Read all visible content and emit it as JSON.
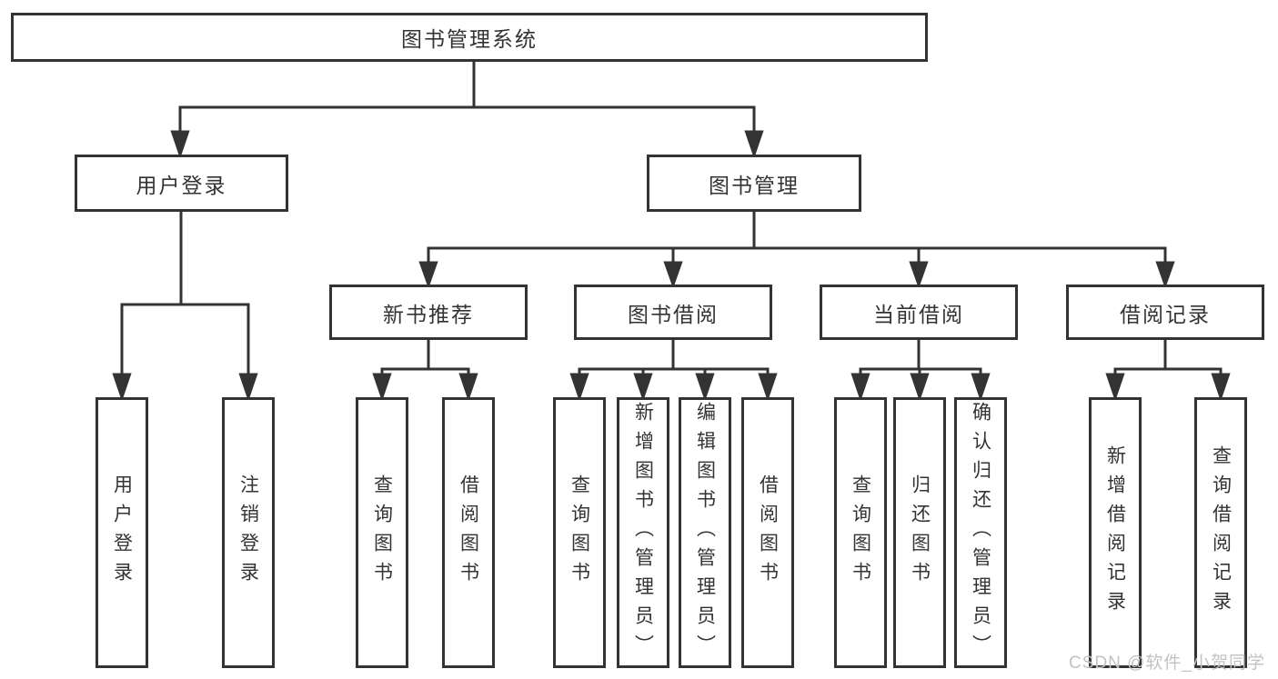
{
  "colors": {
    "line": "#333333",
    "box_border": "#333333",
    "text": "#333333",
    "watermark": "#c2c2c2",
    "background": "#ffffff"
  },
  "watermark": {
    "text": "CSDN @软件_小贺同学"
  },
  "tree": {
    "root": {
      "label": "图书管理系统"
    },
    "children": [
      {
        "label": "用户登录",
        "children": [
          {
            "label": "用户登录"
          },
          {
            "label": "注销登录"
          }
        ]
      },
      {
        "label": "图书管理",
        "children": [
          {
            "label": "新书推荐",
            "children": [
              {
                "label": "查询图书"
              },
              {
                "label": "借阅图书"
              }
            ]
          },
          {
            "label": "图书借阅",
            "children": [
              {
                "label": "查询图书"
              },
              {
                "label": "新增图书（管理员）"
              },
              {
                "label": "编辑图书（管理员）"
              },
              {
                "label": "借阅图书"
              }
            ]
          },
          {
            "label": "当前借阅",
            "children": [
              {
                "label": "查询图书"
              },
              {
                "label": "归还图书"
              },
              {
                "label": "确认归还（管理员）"
              }
            ]
          },
          {
            "label": "借阅记录",
            "children": [
              {
                "label": "新增借阅记录"
              },
              {
                "label": "查询借阅记录"
              }
            ]
          }
        ]
      }
    ]
  }
}
